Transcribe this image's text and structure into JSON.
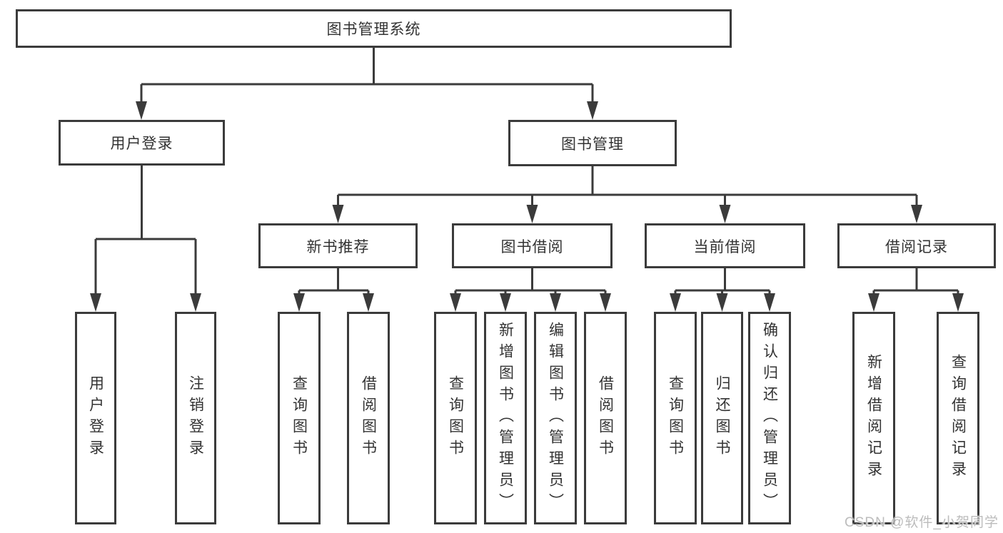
{
  "colors": {
    "line": "#3b3b3b",
    "box_border": "#3b3b3b",
    "text": "#333333",
    "background": "#ffffff",
    "watermark": "#b8b8b8"
  },
  "watermark": {
    "text": "CSDN @软件_小贺同学"
  },
  "tree": {
    "root": {
      "label": "图书管理系统",
      "children": [
        {
          "label": "用户登录",
          "children": [
            {
              "label": "用户登录"
            },
            {
              "label": "注销登录"
            }
          ]
        },
        {
          "label": "图书管理",
          "children": [
            {
              "label": "新书推荐",
              "children": [
                {
                  "label": "查询图书"
                },
                {
                  "label": "借阅图书"
                }
              ]
            },
            {
              "label": "图书借阅",
              "children": [
                {
                  "label": "查询图书"
                },
                {
                  "label": "新增图书（管理员）"
                },
                {
                  "label": "编辑图书（管理员）"
                },
                {
                  "label": "借阅图书"
                }
              ]
            },
            {
              "label": "当前借阅",
              "children": [
                {
                  "label": "查询图书"
                },
                {
                  "label": "归还图书"
                },
                {
                  "label": "确认归还（管理员）"
                }
              ]
            },
            {
              "label": "借阅记录",
              "children": [
                {
                  "label": "新增借阅记录"
                },
                {
                  "label": "查询借阅记录"
                }
              ]
            }
          ]
        }
      ]
    }
  }
}
